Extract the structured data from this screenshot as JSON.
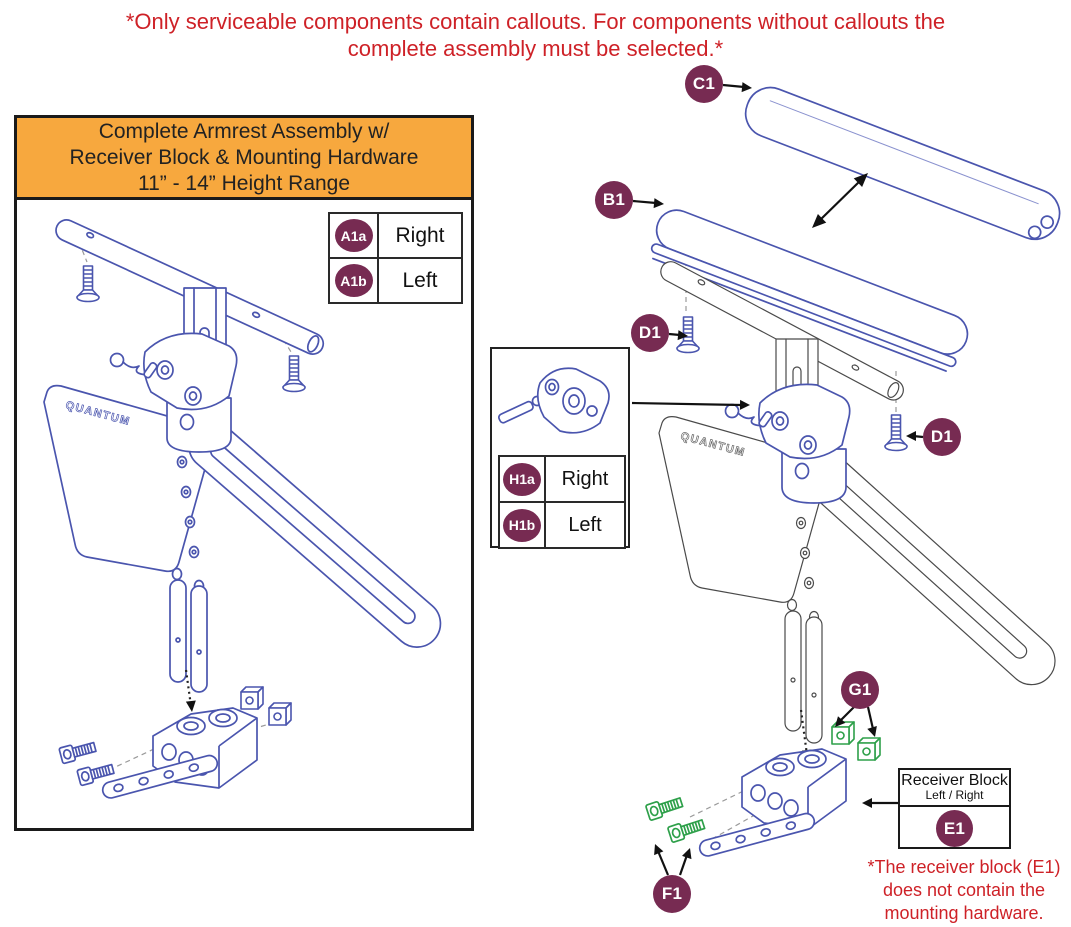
{
  "top_note": {
    "line1": "*Only serviceable components contain callouts. For components without callouts the",
    "line2": "complete assembly must be selected.*"
  },
  "left_panel": {
    "header": {
      "line1": "Complete Armrest Assembly w/",
      "line2": "Receiver Block & Mounting Hardware",
      "line3": "11” - 14” Height Range"
    },
    "table": {
      "row1": {
        "badge": "A1a",
        "label": "Right"
      },
      "row2": {
        "badge": "A1b",
        "label": "Left"
      }
    },
    "brand": "QUANTUM"
  },
  "right_diagram": {
    "brand": "QUANTUM",
    "callouts": {
      "c1": "C1",
      "b1": "B1",
      "d1_top": "D1",
      "d1_side": "D1",
      "g1": "G1",
      "f1": "F1"
    },
    "h1_box": {
      "table": {
        "row1": {
          "badge": "H1a",
          "label": "Right"
        },
        "row2": {
          "badge": "H1b",
          "label": "Left"
        }
      }
    },
    "receiver_block_box": {
      "title": "Receiver Block",
      "subtitle": "Left / Right",
      "badge": "E1"
    },
    "note": {
      "line1": "*The receiver block (E1)",
      "line2": "does not contain the",
      "line3": "mounting hardware."
    }
  },
  "colors": {
    "callout_badge": "#772b52",
    "note_red": "#ce2127",
    "header_orange": "#f7a83e",
    "part_blue": "#4a55ae",
    "part_green": "#2ea04a",
    "line_dark": "#4a4a4a"
  }
}
